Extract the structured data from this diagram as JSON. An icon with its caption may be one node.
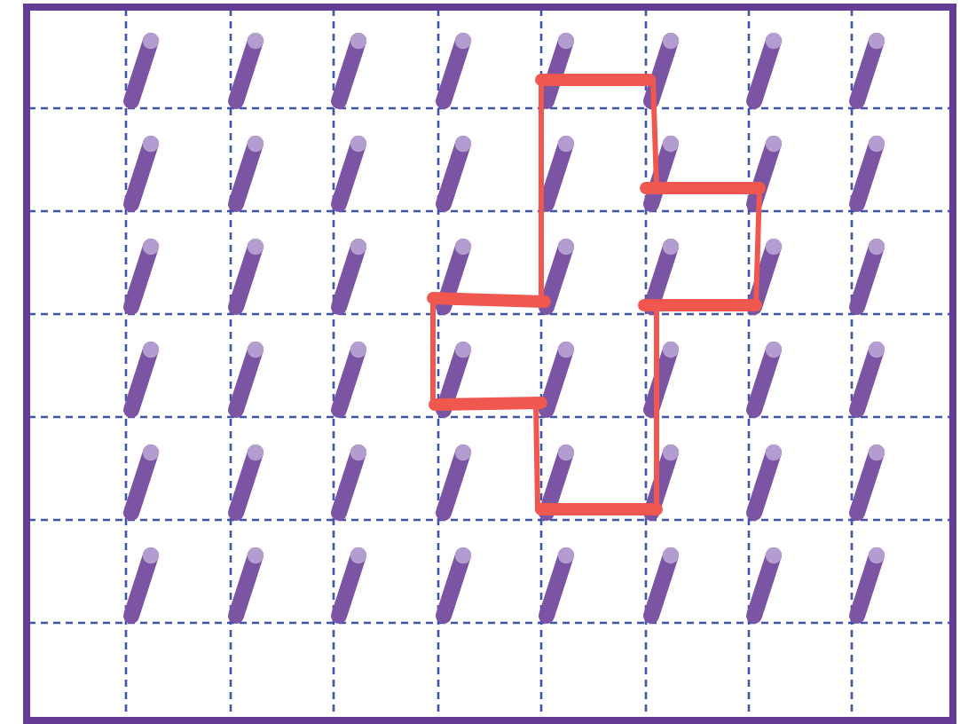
{
  "diagram": {
    "nodes": [
      {
        "text": [],
        "shape": "cylinder"
      },
      {
        "text": [],
        "shape": "cylinder"
      },
      {
        "text": [],
        "shape": "cylinder"
      },
      {
        "text": [],
        "shape": "cylinder"
      },
      {
        "text": [],
        "shape": "cylinder"
      },
      {
        "text": [],
        "shape": "cylinder"
      },
      {
        "text": [],
        "shape": "cylinder"
      },
      {
        "text": [],
        "shape": "cylinder"
      },
      {
        "text": [],
        "shape": "cylinder"
      },
      {
        "text": [],
        "shape": "cylinder"
      },
      {
        "text": [],
        "shape": "cylinder"
      },
      {
        "text": [],
        "shape": "cylinder"
      },
      {
        "text": [],
        "shape": "cylinder"
      },
      {
        "text": [],
        "shape": "cylinder"
      },
      {
        "text": [],
        "shape": "cylinder"
      },
      {
        "text": [],
        "shape": "cylinder"
      },
      {
        "text": [],
        "shape": "cylinder"
      },
      {
        "text": [],
        "shape": "cylinder"
      },
      {
        "text": [],
        "shape": "cylinder"
      },
      {
        "text": [],
        "shape": "cylinder"
      },
      {
        "text": [],
        "shape": "cylinder"
      },
      {
        "text": [],
        "shape": "cylinder"
      },
      {
        "text": [],
        "shape": "cylinder"
      },
      {
        "text": [],
        "shape": "cylinder"
      },
      {
        "text": [],
        "shape": "cylinder"
      },
      {
        "text": [],
        "shape": "cylinder"
      },
      {
        "text": [],
        "shape": "cylinder"
      },
      {
        "text": [],
        "shape": "cylinder"
      },
      {
        "text": [],
        "shape": "cylinder"
      },
      {
        "text": [],
        "shape": "cylinder"
      },
      {
        "text": [],
        "shape": "cylinder"
      },
      {
        "text": [],
        "shape": "cylinder"
      },
      {
        "text": [],
        "shape": "cylinder"
      },
      {
        "text": [],
        "shape": "cylinder"
      },
      {
        "text": [],
        "shape": "cylinder"
      },
      {
        "text": [],
        "shape": "cylinder"
      },
      {
        "text": [],
        "shape": "cylinder"
      },
      {
        "text": [],
        "shape": "cylinder"
      },
      {
        "text": [],
        "shape": "cylinder"
      },
      {
        "text": [],
        "shape": "cylinder"
      },
      {
        "text": [],
        "shape": "cylinder"
      },
      {
        "text": [],
        "shape": "cylinder"
      },
      {
        "text": [],
        "shape": "cylinder"
      },
      {
        "text": [],
        "shape": "cylinder"
      },
      {
        "text": [],
        "shape": "cylinder"
      },
      {
        "text": [],
        "shape": "cylinder"
      },
      {
        "text": [],
        "shape": "cylinder"
      },
      {
        "text": [],
        "shape": "cylinder"
      }
    ],
    "edges": [
      {
        "from": 4,
        "to": 5,
        "arrow": "none",
        "style": "thick"
      },
      {
        "from": 5,
        "to": 13,
        "arrow": "none"
      },
      {
        "from": 13,
        "to": 14,
        "arrow": "none",
        "style": "thick"
      },
      {
        "from": 14,
        "to": 22,
        "arrow": "none"
      },
      {
        "from": 22,
        "to": 21,
        "arrow": "none",
        "style": "thick"
      },
      {
        "from": 21,
        "to": 37,
        "arrow": "none"
      },
      {
        "from": 37,
        "to": 36,
        "arrow": "none",
        "style": "thick"
      },
      {
        "from": 36,
        "to": 28,
        "arrow": "none"
      },
      {
        "from": 28,
        "to": 27,
        "arrow": "none",
        "style": "thick"
      },
      {
        "from": 27,
        "to": 19,
        "arrow": "none"
      },
      {
        "from": 19,
        "to": 20,
        "arrow": "none",
        "style": "thick"
      },
      {
        "from": 20,
        "to": 4,
        "arrow": "none"
      }
    ]
  }
}
